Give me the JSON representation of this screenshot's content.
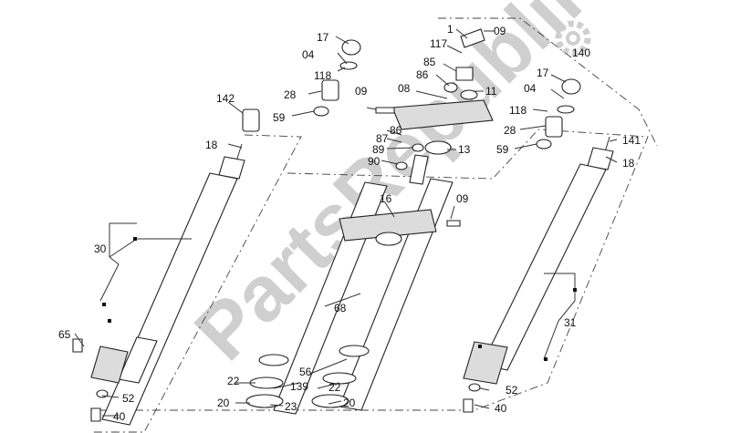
{
  "diagram": {
    "watermark": "PartsRepublik",
    "callouts": {
      "c1": "1",
      "c09a": "09",
      "c117": "117",
      "c140": "140",
      "c85": "85",
      "c86a": "86",
      "c17a": "17",
      "c04a": "04",
      "c118a": "118",
      "c28a": "28",
      "c59a": "59",
      "c142": "142",
      "c09b": "09",
      "c08": "08",
      "c11": "11",
      "c86b": "86",
      "c87": "87",
      "c89": "89",
      "c90": "90",
      "c13": "13",
      "c17b": "17",
      "c04b": "04",
      "c118b": "118",
      "c28b": "28",
      "c59b": "59",
      "c141": "141",
      "c18a": "18",
      "c18b": "18",
      "c30": "30",
      "c16": "16",
      "c09c": "09",
      "c68": "68",
      "c31": "31",
      "c65": "65",
      "c52a": "52",
      "c40a": "40",
      "c56": "56",
      "c22a": "22",
      "c139": "139",
      "c22b": "22",
      "c20a": "20",
      "c23": "23",
      "c20b": "20",
      "c52b": "52",
      "c40b": "40"
    }
  }
}
